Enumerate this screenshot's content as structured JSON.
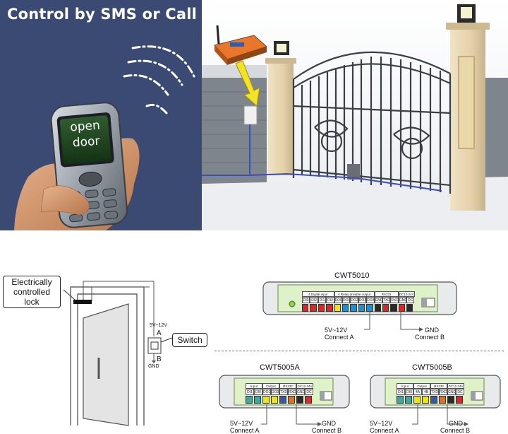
{
  "photo": {
    "banner": "Control by SMS or Call",
    "screen_line1": "open",
    "screen_line2": "door"
  },
  "door_diagram": {
    "lock_label_line1": "Electrically",
    "lock_label_line2": "controlled",
    "lock_label_line3": "lock",
    "voltage": "5V~12V",
    "terminal_a": "A",
    "terminal_b": "B",
    "gnd": "GND",
    "switch_label": "Switch"
  },
  "cwt5010": {
    "title": "CWT5010",
    "groups": [
      "4 Digital input",
      "4 Relay drivable output",
      "RS232",
      "DC12-24V"
    ],
    "pins": [
      "DI0",
      "DI2",
      "DI1",
      "DI3",
      "DO0",
      "DO1",
      "DO2",
      "DO1",
      "DO3",
      "GND",
      "TXD",
      "RXD",
      "GND",
      "DC"
    ],
    "colors": [
      "#e0242b",
      "#e0242b",
      "#e0242b",
      "#e0242b",
      "#f4e500",
      "#1e8fd6",
      "#1e8fd6",
      "#1e8fd6",
      "#1e8fd6",
      "#2a2a2a",
      "#e0242b",
      "#2a2a2a",
      "#e0242b",
      "#2a2a2a"
    ],
    "label_a1": "5V~12V",
    "label_a2": "Connect A",
    "label_b1": "GND",
    "label_b2": "Connect B"
  },
  "cwt5005a": {
    "title": "CWT5005A",
    "groups": [
      "Input",
      "Output",
      "RS232",
      "DC12-24V"
    ],
    "pins": [
      "DI1",
      "DI0",
      "DO1",
      "DO0",
      "TXD",
      "RXD",
      "GND",
      "DC"
    ],
    "colors": [
      "#3aa9a0",
      "#3aa9a0",
      "#f4e500",
      "#f4e500",
      "#3a56a8",
      "#e8701a",
      "#2a2a2a",
      "#e0242b"
    ],
    "label_a1": "5V~12V",
    "label_a2": "Connect A",
    "label_b1": "GND",
    "label_b2": "Connect B"
  },
  "cwt5005b": {
    "title": "CWT5005B",
    "groups": [
      "Input",
      "Output",
      "RS232",
      "DC12-24V"
    ],
    "pins": [
      "DI1",
      "DI0",
      "4A",
      "4B",
      "TXD",
      "RXD",
      "GND",
      "DC"
    ],
    "colors": [
      "#3aa9a0",
      "#3aa9a0",
      "#f4e500",
      "#f4e500",
      "#3a56a8",
      "#e8701a",
      "#2a2a2a",
      "#e0242b"
    ],
    "label_a1": "5V~12V",
    "label_a2": "Connect A",
    "label_b1": "GND",
    "label_b2": "Connect B"
  }
}
